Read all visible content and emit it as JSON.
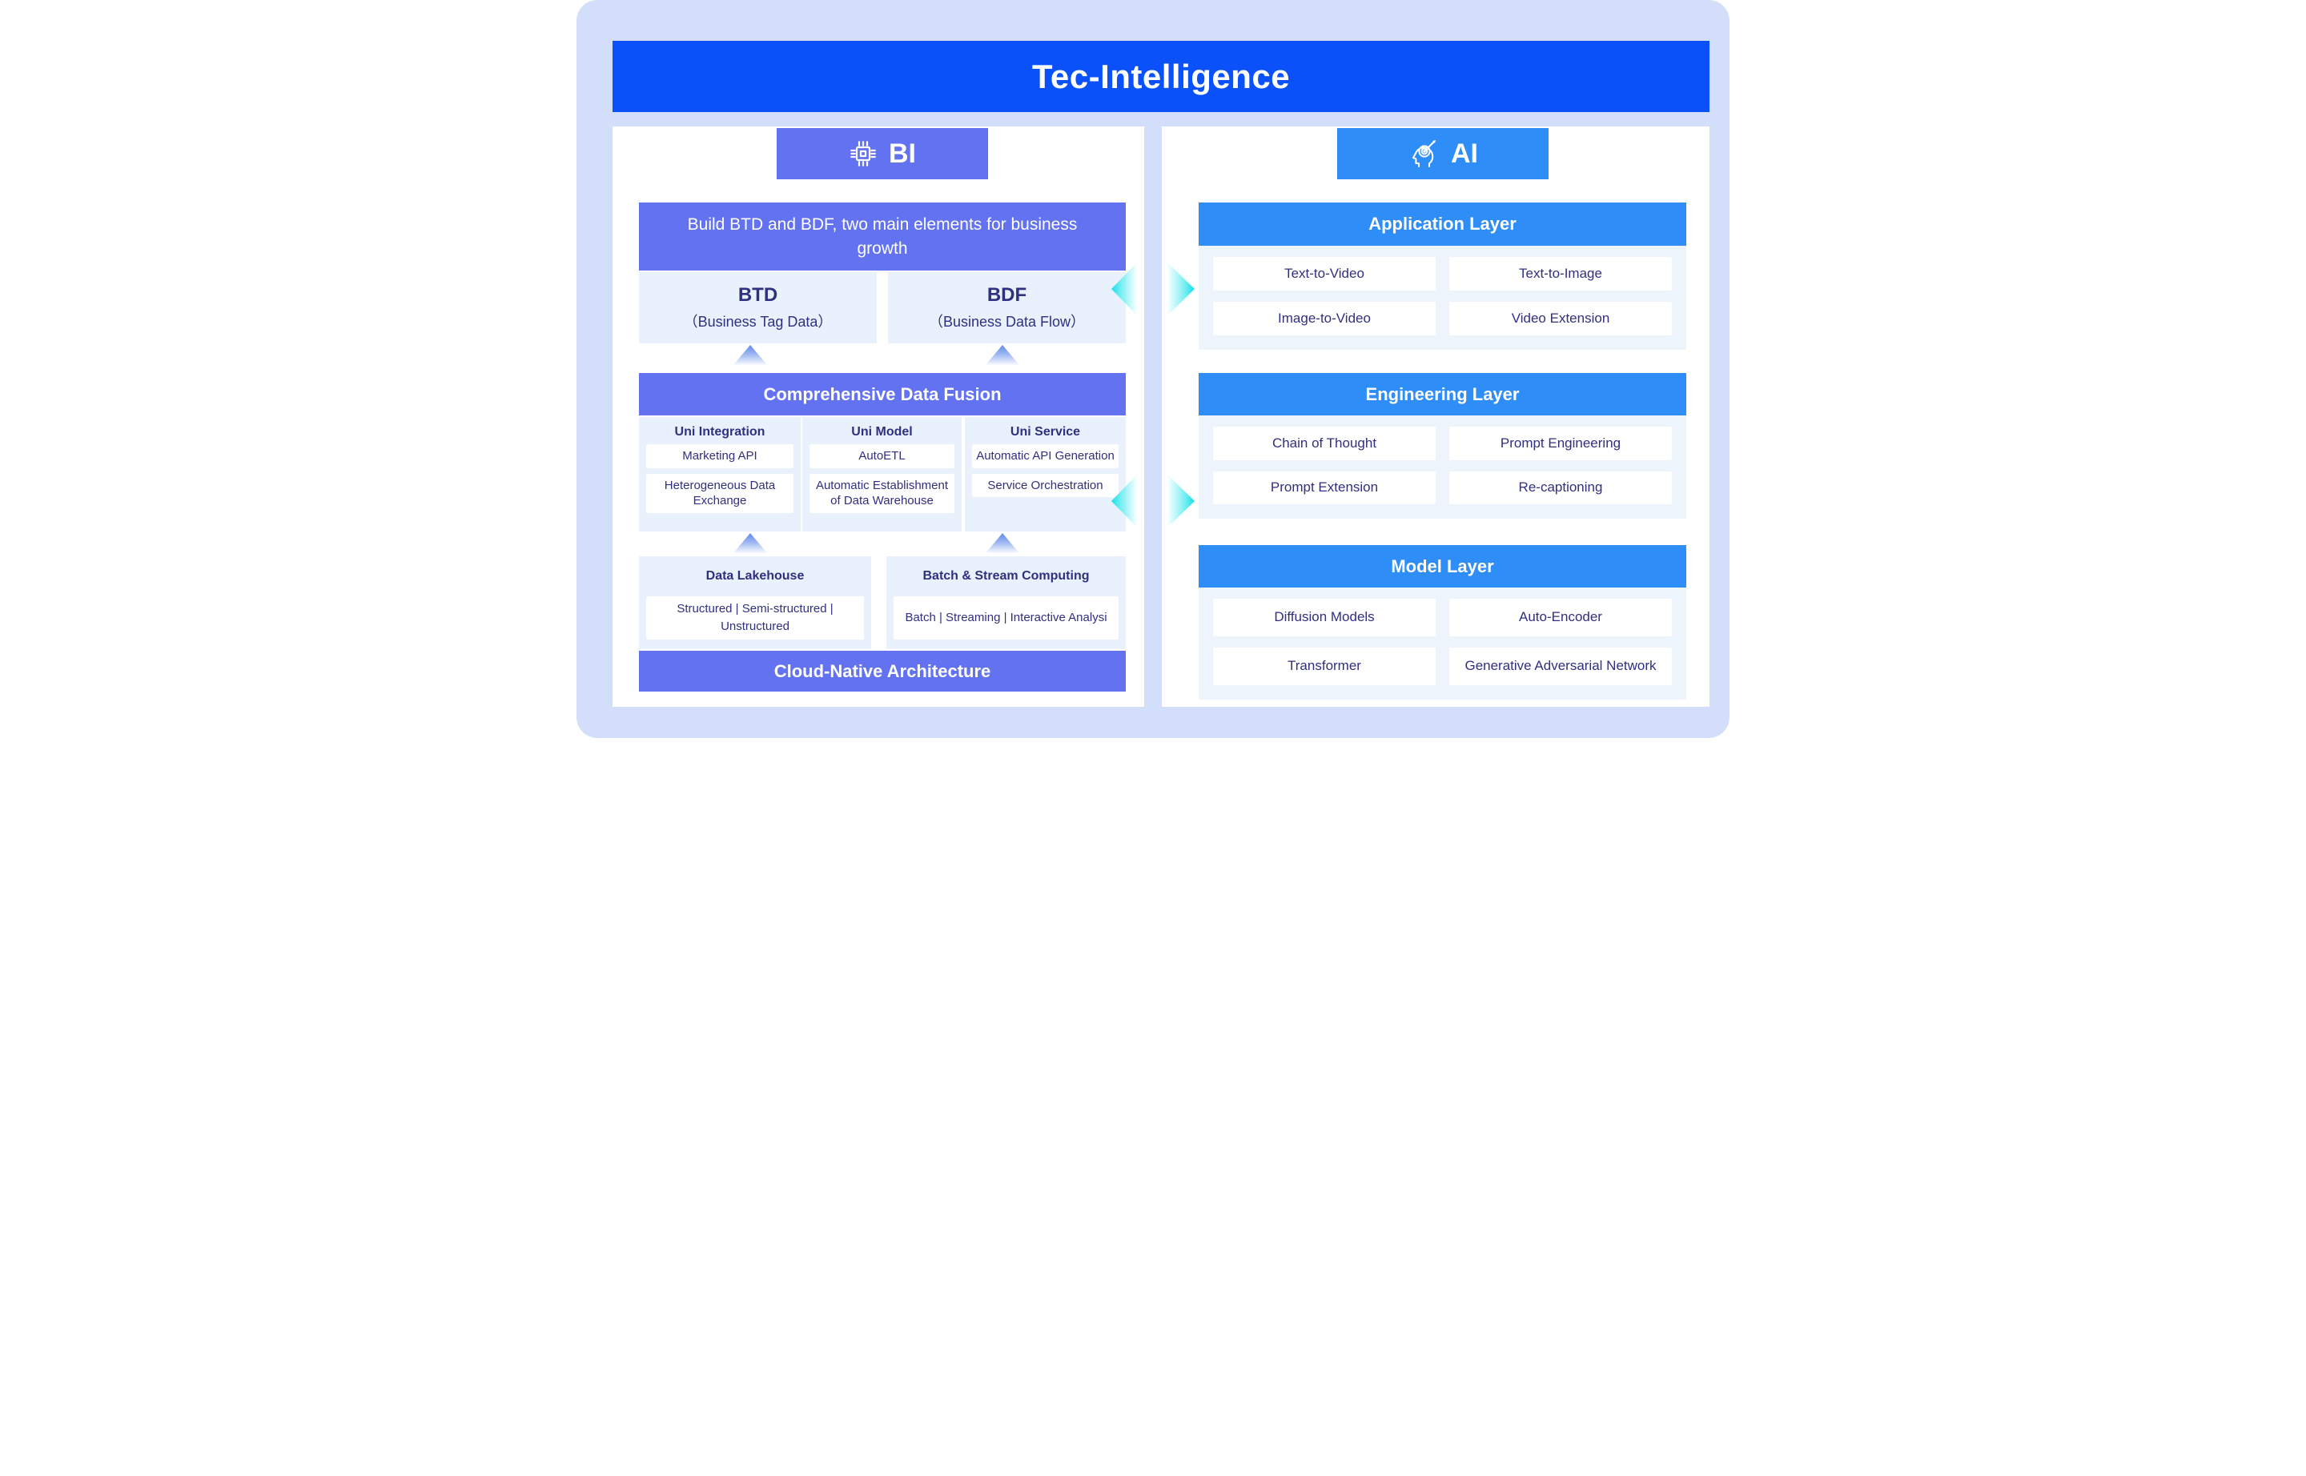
{
  "title": "Tec-Intelligence",
  "colors": {
    "page_background": "#D3DEFB",
    "title_bar_blue": "#0A51F9",
    "bi_purple": "#6372F1",
    "ai_blue": "#2E8DF7",
    "light_box_blue": "#E8F1FC",
    "layer_body_blue": "#EDF4FC",
    "text_navy": "#312F80",
    "arrow_cyan": "#15DFE9",
    "up_arrow_blue": "#6189EA"
  },
  "icons": {
    "bi": "chip-icon",
    "ai": "head-target-icon"
  },
  "bi": {
    "header_label": "BI",
    "build_box": "Build BTD and BDF, two main elements for business growth",
    "btd": {
      "title": "BTD",
      "subtitle": "（Business Tag Data）"
    },
    "bdf": {
      "title": "BDF",
      "subtitle": "（Business Data Flow）"
    },
    "fusion": {
      "title": "Comprehensive Data Fusion",
      "columns": [
        {
          "label": "Uni Integration",
          "items": [
            "Marketing API",
            "Heterogeneous Data Exchange"
          ]
        },
        {
          "label": "Uni Model",
          "items": [
            "AutoETL",
            "Automatic Establishment of Data Warehouse"
          ]
        },
        {
          "label": "Uni Service",
          "items": [
            "Automatic API Generation",
            "Service Orchestration"
          ]
        }
      ]
    },
    "foundation": [
      {
        "label": "Data Lakehouse",
        "items": [
          "Structured | Semi-structured | Unstructured"
        ]
      },
      {
        "label": "Batch & Stream Computing",
        "items": [
          "Batch | Streaming | Interactive Analysi"
        ]
      }
    ],
    "cloud_bar": "Cloud-Native Architecture"
  },
  "ai": {
    "header_label": "AI",
    "layers": [
      {
        "title": "Application Layer",
        "cells": [
          "Text-to-Video",
          "Text-to-Image",
          "Image-to-Video",
          "Video Extension"
        ]
      },
      {
        "title": "Engineering Layer",
        "cells": [
          "Chain of Thought",
          "Prompt Engineering",
          "Prompt Extension",
          "Re-captioning"
        ]
      },
      {
        "title": "Model Layer",
        "cells": [
          "Diffusion Models",
          "Auto-Encoder",
          "Transformer",
          "Generative Adversarial Network"
        ]
      }
    ]
  }
}
